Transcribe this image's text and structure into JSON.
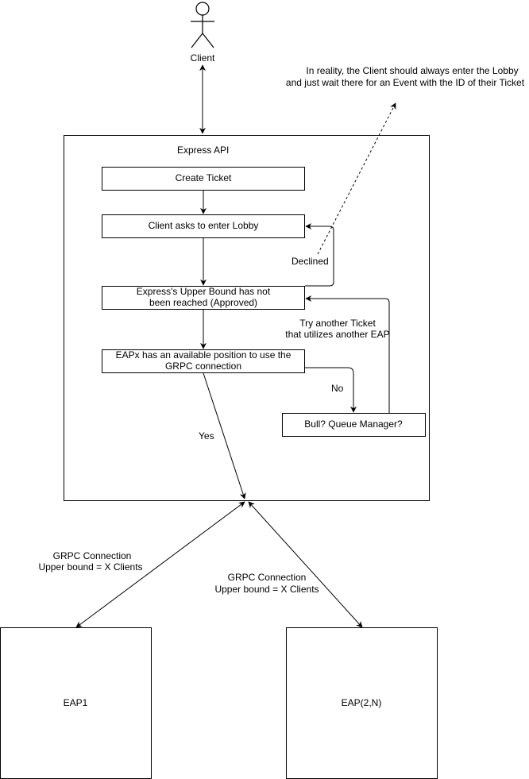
{
  "colors": {
    "stroke": "#000000",
    "fill": "#ffffff",
    "text": "#000000"
  },
  "actor": {
    "label": "Client",
    "icon": "stick-figure-actor-icon"
  },
  "container": {
    "title": "Express API"
  },
  "steps": {
    "create_ticket": "Create Ticket",
    "enter_lobby": "Client asks to enter Lobby",
    "upper_bound_line1": "Express's Upper Bound has not",
    "upper_bound_line2": "been reached (Approved)",
    "eapx_line1": "EAPx has an available position to use the",
    "eapx_line2": "GRPC connection",
    "queue_manager": "Bull? Queue Manager?"
  },
  "edge_labels": {
    "declined": "Declined",
    "try_another_line1": "Try another Ticket",
    "try_another_line2": "that utilizes another EAP",
    "no": "No",
    "yes": "Yes"
  },
  "note": {
    "line1": "In reality, the Client should always enter the Lobby",
    "line2": "and just wait there for an Event with the ID of their Ticket"
  },
  "connections": {
    "eap1_line1": "GRPC Connection",
    "eap1_line2": "Upper bound = X Clients",
    "eap2_line1": "GRPC Connection",
    "eap2_line2": "Upper bound = X Clients"
  },
  "servers": {
    "eap1": "EAP1",
    "eap2": "EAP(2,N)"
  }
}
